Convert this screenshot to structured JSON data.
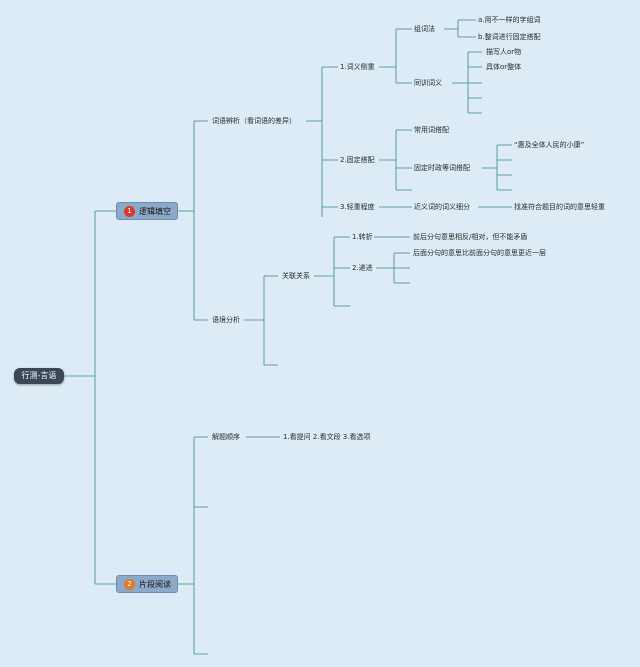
{
  "root": {
    "label": "行测-言语"
  },
  "branch1": {
    "label": "逻辑填空",
    "badge": "1",
    "cixun": {
      "label": "词语辨析（看词语的差异）",
      "yiyi": {
        "label": "1.词义侧重",
        "zucifa": {
          "label": "组词法",
          "a": "a.用不一样的字组词",
          "b": "b.整词进行固定搭配"
        },
        "tongyin": {
          "label": "同训词义",
          "m1": "描写人or物",
          "m2": "具体or整体"
        }
      },
      "guding": {
        "label": "2.固定搭配",
        "changyong": "常用词搭配",
        "shizheng": {
          "label": "固定时政等词搭配",
          "quote": "“惠及全体人民的小康”"
        }
      },
      "qingzhong": {
        "label": "3.轻重程度",
        "jinyi": "近义词的词义细分",
        "zhao": "找准符合题目的词的意思轻重"
      }
    },
    "yujing": {
      "label": "语境分析",
      "guanlian": {
        "label": "关联关系",
        "zhuanzhe": {
          "label": "1.转折",
          "desc": "前后分句意思相反/相对，但不能矛盾"
        },
        "dijin": {
          "label": "2.递进",
          "desc": "后面分句的意思比前面分句的意思更近一层"
        }
      }
    }
  },
  "branch2": {
    "label": "片段阅读",
    "badge": "2",
    "jieti": {
      "label": "解题顺序",
      "steps": "1.看提问 2.看文段 3.看选项"
    }
  },
  "colors": {
    "line": "#3a8a88",
    "background": "#dcebf6",
    "root": "#3b4656",
    "main": "#8da9c9"
  }
}
